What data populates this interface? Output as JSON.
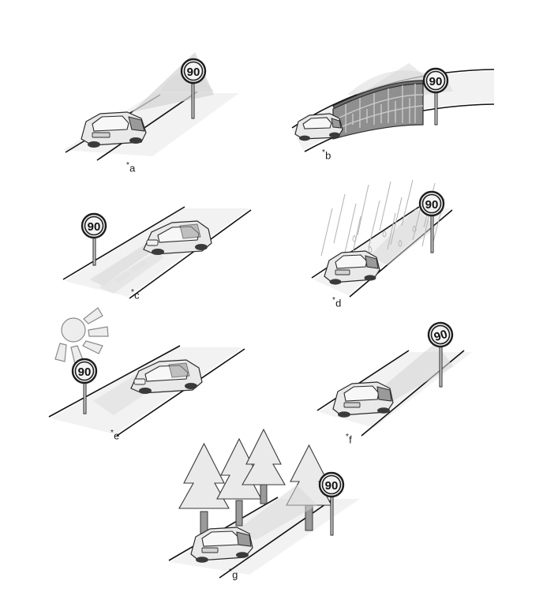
{
  "figure": {
    "type": "technical-illustration",
    "subject": "speed limit sign recognition camera visibility conditions",
    "background_color": "#ffffff",
    "sign_value": "90",
    "sign_shape": "circular-speed-limit-sign"
  },
  "panels": [
    {
      "id": "a",
      "label": "a",
      "label_marker": "*",
      "scene": "clear-visibility",
      "elements": [
        "car",
        "road",
        "camera-view-cone",
        "speed-limit-sign"
      ],
      "sign_text": "90"
    },
    {
      "id": "b",
      "label": "b",
      "label_marker": "*",
      "scene": "sign-obstructed-by-wall",
      "elements": [
        "car",
        "curved-road",
        "brick-wall",
        "camera-view-cone",
        "speed-limit-sign"
      ],
      "sign_text": "90"
    },
    {
      "id": "c",
      "label": "c",
      "label_marker": "*",
      "scene": "oncoming-headlight-glare",
      "elements": [
        "car",
        "road",
        "headlight-beams",
        "speed-limit-sign"
      ],
      "sign_text": "90"
    },
    {
      "id": "d",
      "label": "d",
      "label_marker": "*",
      "scene": "heavy-rain",
      "elements": [
        "car",
        "road",
        "rain-streaks",
        "camera-view-cone",
        "speed-limit-sign"
      ],
      "sign_text": "90"
    },
    {
      "id": "e",
      "label": "e",
      "label_marker": "*",
      "scene": "backlight-sun-glare",
      "elements": [
        "car",
        "road",
        "sun",
        "speed-limit-sign"
      ],
      "sign_text": "90"
    },
    {
      "id": "f",
      "label": "f",
      "label_marker": "*",
      "scene": "tilted-or-damaged-sign",
      "elements": [
        "car",
        "road",
        "camera-view-cone",
        "tilted-speed-limit-sign"
      ],
      "sign_text": "90"
    },
    {
      "id": "g",
      "label": "g",
      "label_marker": "*",
      "scene": "sign-obscured-by-trees",
      "elements": [
        "car",
        "road",
        "conifer-trees",
        "camera-view-cone",
        "speed-limit-sign"
      ],
      "sign_text": "90"
    }
  ],
  "colors": {
    "road": "#f2f2f2",
    "outline": "#111111",
    "beam": "#d6d6d6",
    "car_body": "#e9e9e9",
    "brick": "#8f8f8f",
    "tree": "#eaeaea",
    "sun": "#ededed",
    "rain": "#b8b8b8"
  }
}
